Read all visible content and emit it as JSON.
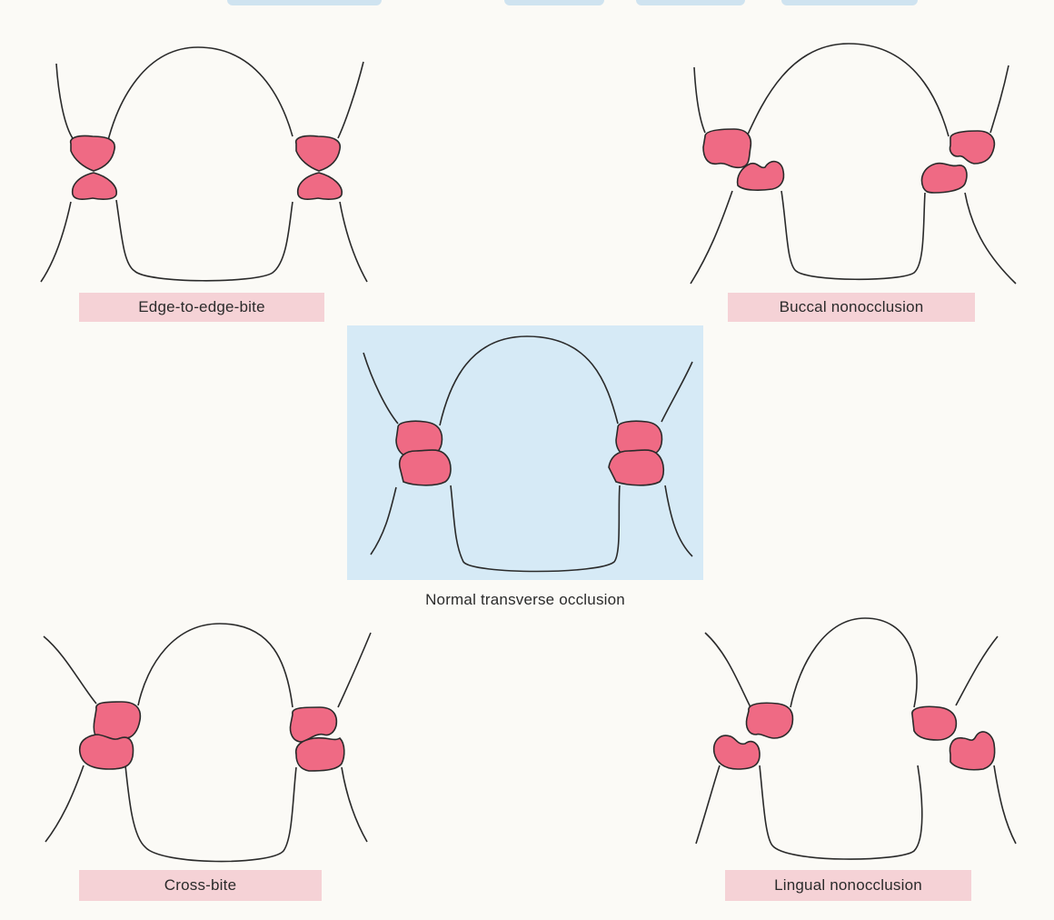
{
  "panels": {
    "edge_to_edge": {
      "label": "Edge-to-edge-bite"
    },
    "buccal": {
      "label": "Buccal nonocclusion"
    },
    "normal": {
      "label": "Normal transverse occlusion"
    },
    "cross": {
      "label": "Cross-bite"
    },
    "lingual": {
      "label": "Lingual nonocclusion"
    }
  },
  "colors": {
    "background": "#fbfaf6",
    "tooth_fill": "#ef6a84",
    "outline": "#2a2a2a",
    "label_box": "#f5d2d6",
    "highlight_panel": "#d6eaf6"
  }
}
